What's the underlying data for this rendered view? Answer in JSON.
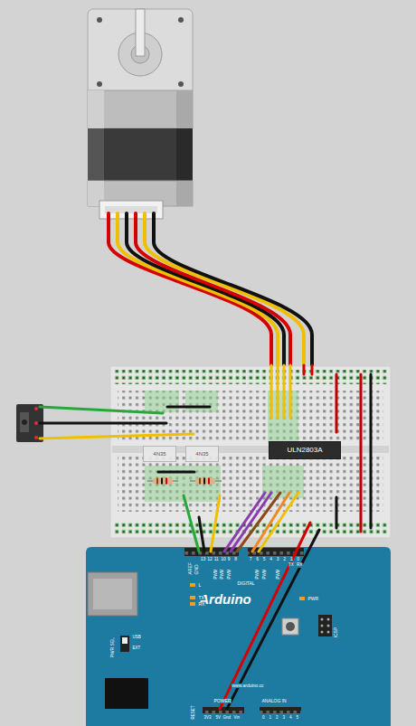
{
  "diagram": {
    "nodes": [
      {
        "text": [
          "4N35"
        ]
      },
      {
        "text": [
          "4N35"
        ]
      },
      {
        "text": [
          "ULN2803A"
        ]
      },
      {
        "text": [
          "Arduino"
        ]
      }
    ],
    "labels": [
      "AREF",
      "GND",
      "13",
      "12",
      "11",
      "10",
      "9",
      "8",
      "7",
      "6",
      "5",
      "4",
      "3",
      "2",
      "1",
      "0",
      "TX",
      "RX",
      "DIGITAL",
      "PWM",
      "PWM",
      "PWM",
      "PWM",
      "PWM",
      "PWM",
      "L",
      "TX",
      "RX",
      "PWR",
      "ICSP",
      "PWR SEL",
      "USB",
      "EXT",
      "www.arduino.cc",
      "RESET",
      "POWER",
      "3V3",
      "5V",
      "Gnd",
      "Vin",
      "ANALOG IN",
      "0",
      "1",
      "2",
      "3",
      "4",
      "5"
    ]
  }
}
